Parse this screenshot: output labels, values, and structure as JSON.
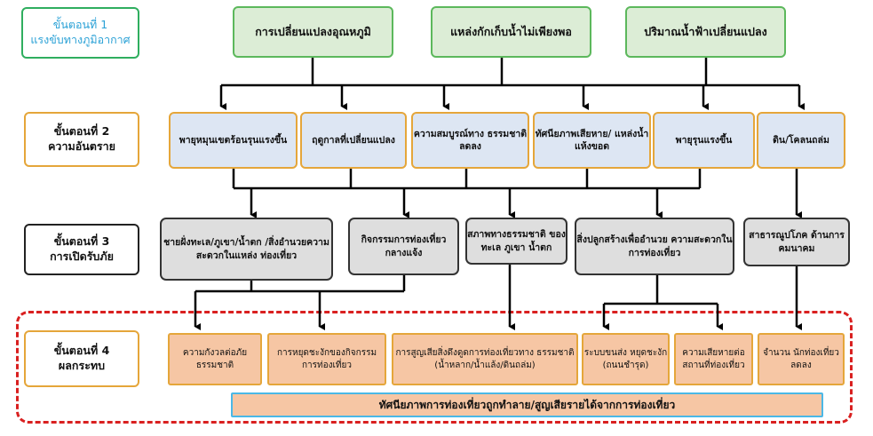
{
  "stages": [
    {
      "num": "ขั้นตอนที่ 1",
      "title": "แรงขับทางภูมิอากาศ"
    },
    {
      "num": "ขั้นตอนที่ 2",
      "title": "ความอันตราย"
    },
    {
      "num": "ขั้นตอนที่ 3",
      "title": "การเปิดรับภัย"
    },
    {
      "num": "ขั้นตอนที่ 4",
      "title": "ผลกระทบ"
    }
  ],
  "drivers": [
    "การเปลี่ยนแปลงอุณหภูมิ",
    "แหล่งกักเก็บน้ำไม่เพียงพอ",
    "ปริมาณน้ำฟ้าเปลี่ยนแปลง"
  ],
  "hazards": [
    "พายุหมุนเขตร้อนรุนแรงขึ้น",
    "ฤดูกาลที่เปลี่ยนแปลง",
    "ความสมบูรณ์ทาง ธรรมชาติลดลง",
    "ทัศนียภาพเสียหาย/ แหล่งน้ำแห้งขอด",
    "พายุรุนแรงขึ้น",
    "ดิน/โคลนถล่ม"
  ],
  "exposures": [
    "ชายฝั่งทะเล/ภูเขา/น้ำตก /สิ่งอำนวยความสะดวกในแหล่ง ท่องเที่ยว",
    "กิจกรรมการท่องเที่ยว กลางแจ้ง",
    "สภาพทางธรรมชาติ ของทะเล ภูเขา น้ำตก",
    "สิ่งปลูกสร้างเพื่ออำนวย ความสะดวกในการท่องเที่ยว",
    "สาธารณูปโภค ด้านการคมนาคม"
  ],
  "impacts": [
    "ความกังวลต่อภัย ธรรมชาติ",
    "การหยุดชะงักของกิจกรรม การท่องเที่ยว",
    "การสูญเสียสิ่งดึงดูดการท่องเที่ยวทาง ธรรมชาติ (น้ำหลาก/น้ำแล้ง/ดินถล่ม)",
    "ระบบขนส่ง หยุดชะงัก (ถนนชำรุด)",
    "ความเสียหายต่อ สถานที่ท่องเที่ยว",
    "จำนวน นักท่องเที่ยวลดลง"
  ],
  "banner": "ทัศนียภาพการท่องเที่ยวถูกทำลาย/สูญเสียรายได้จากการท่องเที่ยว",
  "colors": {
    "driver_fill": "#dcedd6",
    "driver_border": "#5cb85c",
    "hazard_fill": "#dde6f3",
    "exposure_fill": "#dedede",
    "impact_fill": "#f6c6a4",
    "stage_border_green": "#2fae5f",
    "stage_border_orange": "#e5a63a",
    "dashed_border": "#d92020",
    "banner_border": "#4bb8e6"
  }
}
